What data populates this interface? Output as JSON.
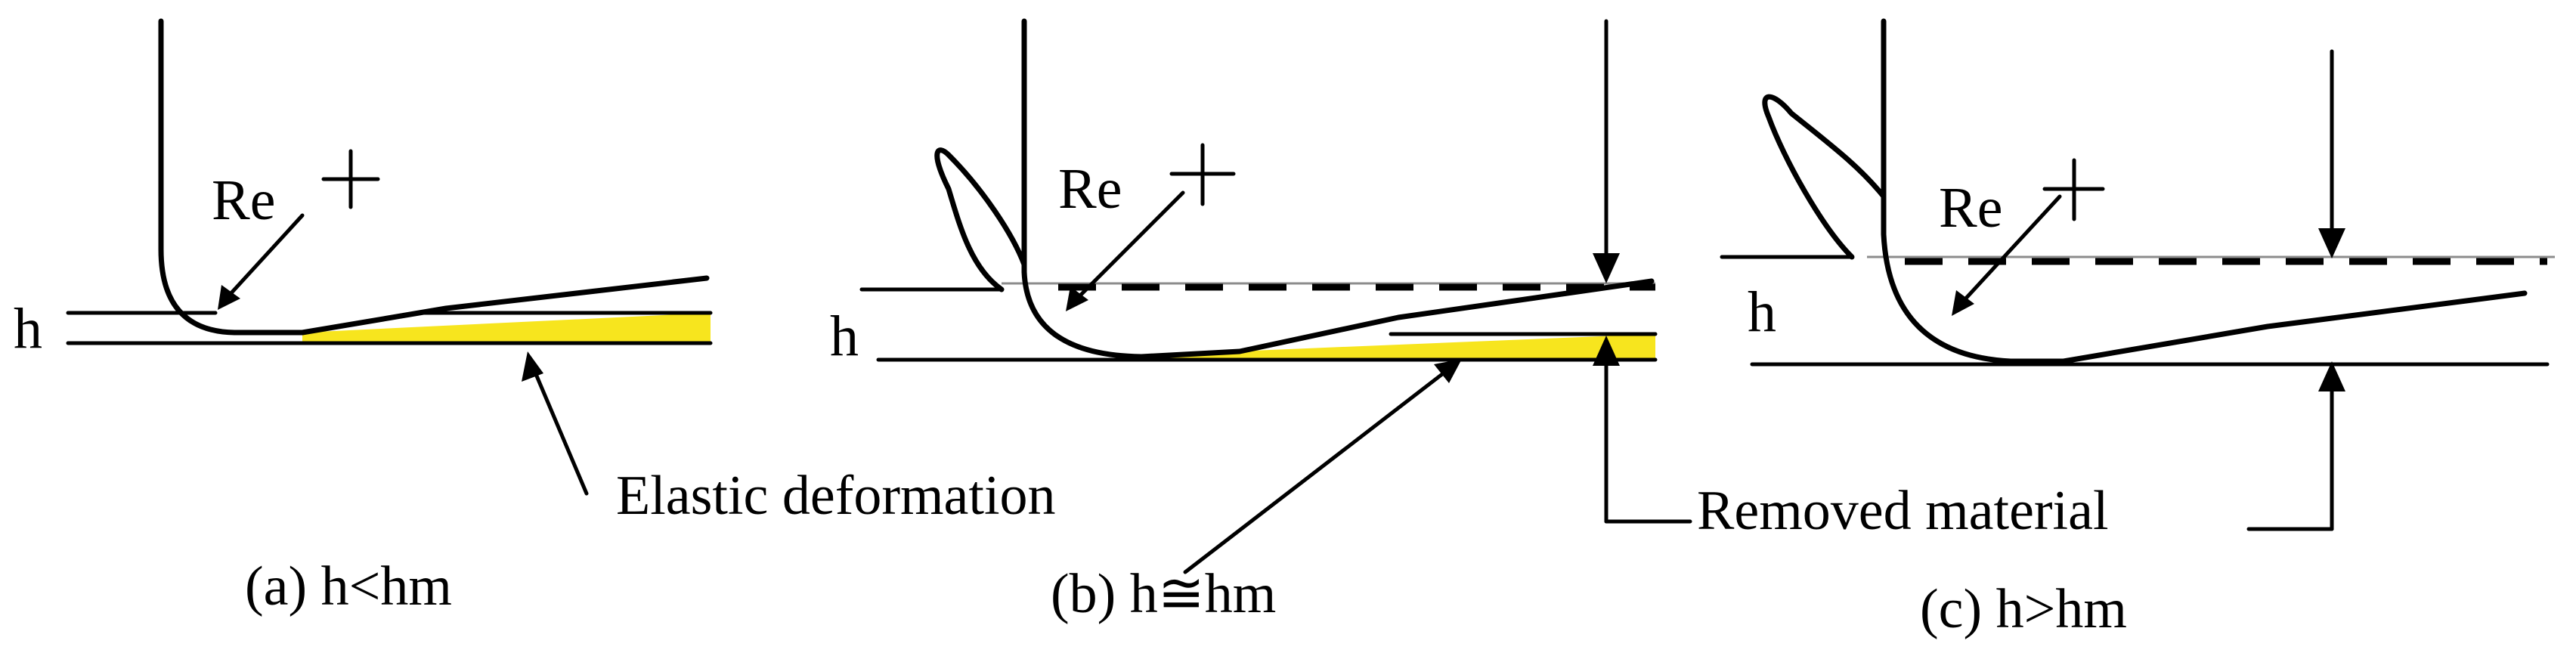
{
  "colors": {
    "line": "#000000",
    "deformation": "#f7e51e",
    "reference_line": "#8c8c8c",
    "background": "#ffffff"
  },
  "panels": [
    {
      "id": "a",
      "caption": "(a) h<hm",
      "edge_radius_label": "Re",
      "plus_symbol": "+",
      "depth_label": "h"
    },
    {
      "id": "b",
      "caption": "(b)  h≅hm",
      "edge_radius_label": "Re",
      "plus_symbol": "+",
      "depth_label": "h"
    },
    {
      "id": "c",
      "caption": "(c)  h>hm",
      "edge_radius_label": "Re",
      "plus_symbol": "+",
      "depth_label": "h"
    }
  ],
  "annotations": {
    "elastic_deformation": "Elastic deformation",
    "removed_material": "Removed material"
  }
}
